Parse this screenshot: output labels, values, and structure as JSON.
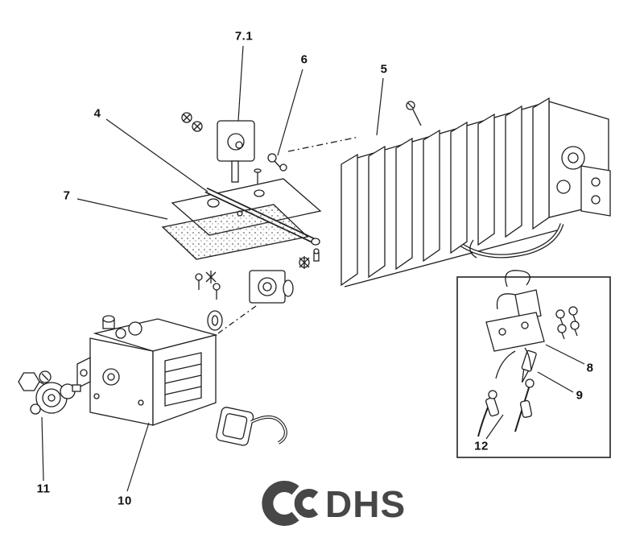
{
  "callouts": [
    "7.1",
    "6",
    "5",
    "4",
    "7",
    "8",
    "9",
    "10",
    "11",
    "12"
  ],
  "logo": {
    "text": "DHS"
  },
  "colors": {
    "line": "#1f1f1f",
    "logo": "#474747",
    "background": "#ffffff"
  }
}
